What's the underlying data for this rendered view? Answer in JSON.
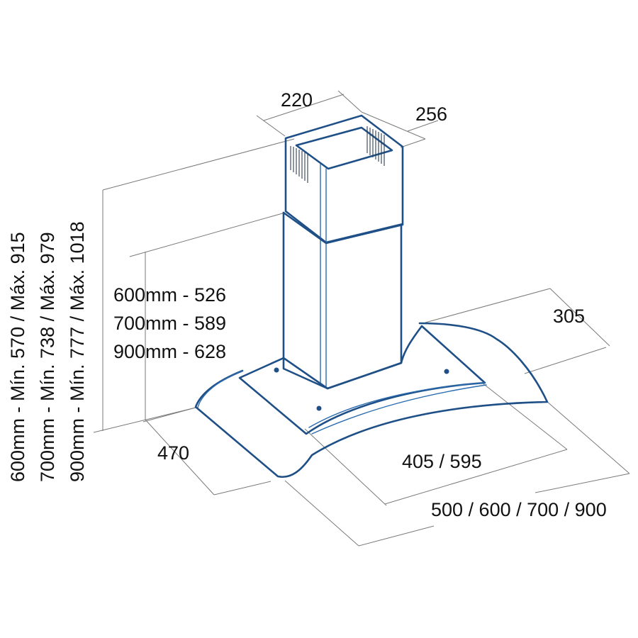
{
  "dimensions": {
    "chimney_width": "220",
    "chimney_depth": "256",
    "canopy_depth": "305",
    "side_depth": "470",
    "inner_width": "405 / 595",
    "total_width": "500 / 600 / 700 / 900",
    "canopy_heights": [
      "600mm - 526",
      "700mm - 589",
      "900mm - 628"
    ],
    "total_heights": [
      "600mm - Mín. 570 / Máx. 915",
      "700mm - Mín. 738 / Máx. 979",
      "900mm - Mín. 777 / Máx. 1018"
    ]
  },
  "colors": {
    "hood_outline": "#1e4f86",
    "hood_inner": "#2b6cb0",
    "dimension_lines": "#7a7a7a",
    "text": "#111111"
  }
}
